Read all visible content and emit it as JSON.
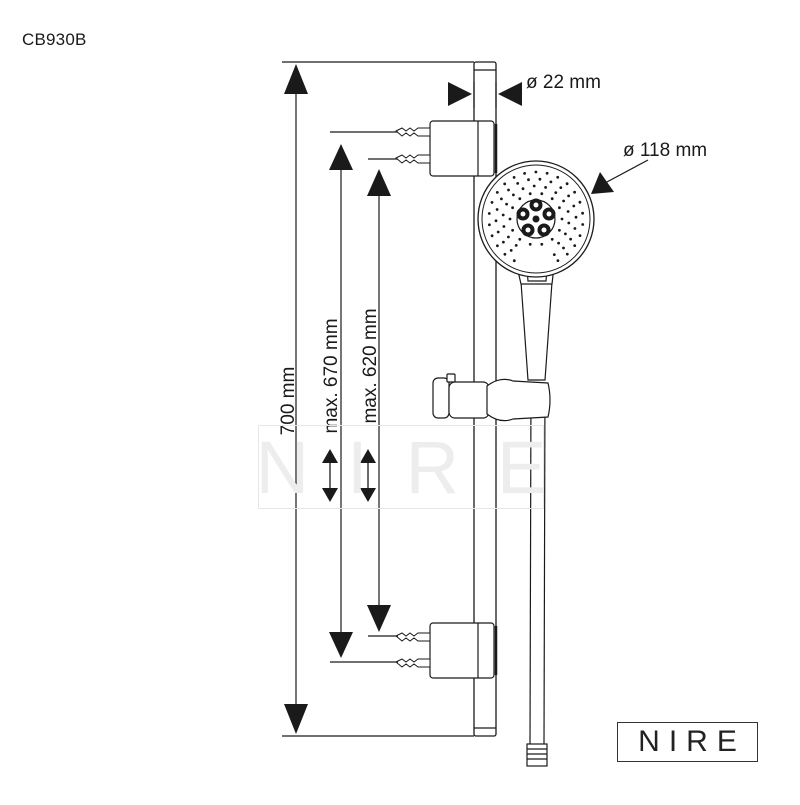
{
  "model_code": "CB930B",
  "brand": {
    "logo_text": "NIRE",
    "watermark_text": "NIRE"
  },
  "dimensions": {
    "rail_diameter": "ø 22 mm",
    "head_diameter": "ø 118 mm",
    "total_height": "700 mm",
    "max_outer_spacing": "max. 670 mm",
    "max_inner_spacing": "max. 620 mm"
  },
  "colors": {
    "line": "#1a1a1a",
    "watermark": "#ededed",
    "background": "#ffffff"
  }
}
